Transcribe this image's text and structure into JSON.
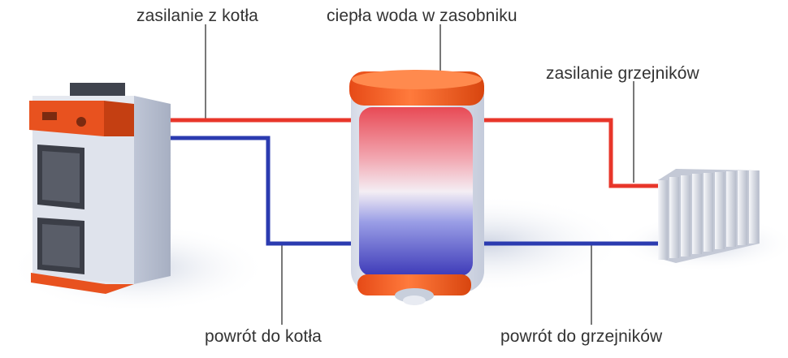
{
  "labels": {
    "boiler_supply": "zasilanie z kotła",
    "tank_hot_water": "ciepła woda w zasobniku",
    "radiator_supply": "zasilanie grzejników",
    "boiler_return": "powrót do kotła",
    "radiator_return": "powrót do grzejników"
  },
  "colors": {
    "supply_pipe": "#e8362a",
    "return_pipe": "#2b3bb0",
    "accent_orange": "#e8521f",
    "leader_line": "#4a4a4a",
    "label_text": "#333333"
  },
  "components": [
    "boiler-icon",
    "hot-water-tank-icon",
    "radiator-icon"
  ]
}
